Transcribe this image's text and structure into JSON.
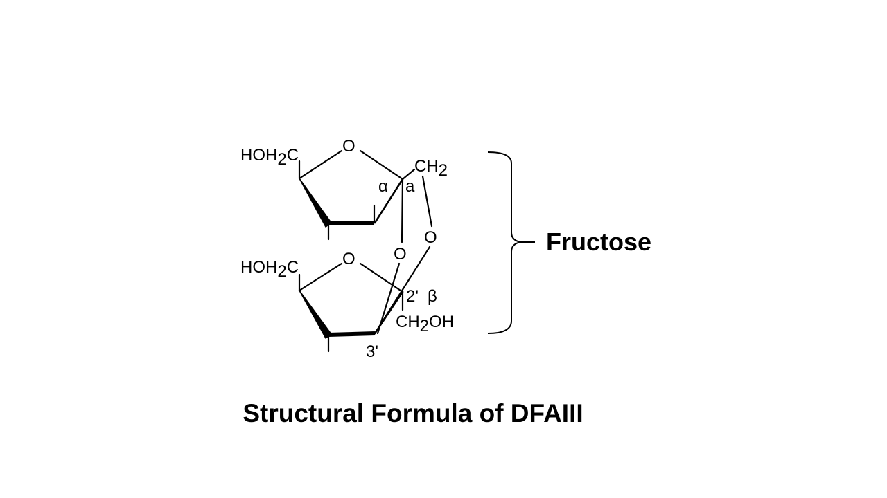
{
  "diagram": {
    "top_ring": {
      "substituent_left": {
        "main": "HOH",
        "sub": "2",
        "tail": "C"
      },
      "ring_oxygen": "O",
      "alpha_symbol": "α",
      "anomeric_label": "a",
      "substituent_right": {
        "main": "CH",
        "sub": "2",
        "tail": ""
      }
    },
    "bridge_oxygens": [
      "O",
      "O"
    ],
    "bottom_ring": {
      "substituent_left": {
        "main": "HOH",
        "sub": "2",
        "tail": "C"
      },
      "ring_oxygen": "O",
      "position_2": "2'",
      "beta_symbol": "β",
      "position_3": "3'",
      "substituent_right": {
        "main": "CH",
        "sub": "2",
        "tail": "OH"
      }
    },
    "bracket_label": "Fructose",
    "colors": {
      "line": "#000000",
      "background": "#ffffff"
    }
  },
  "caption": "Structural Formula of DFAIII"
}
